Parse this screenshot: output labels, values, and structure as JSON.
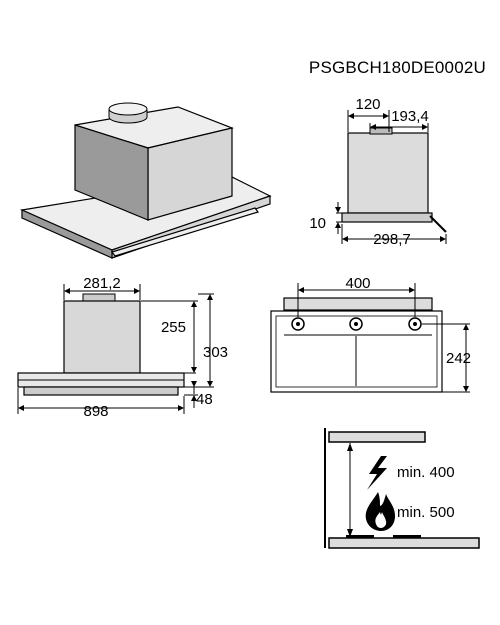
{
  "model_code": "PSGBCH180DE0002U",
  "side_view": {
    "top_offset": "120",
    "depth_top": "193,4",
    "front_lip": "10",
    "depth_bottom": "298,7"
  },
  "front_view": {
    "chimney_width": "281,2",
    "body_height": "255",
    "total_height": "303",
    "width": "898",
    "panel_height": "48"
  },
  "top_view": {
    "spacing": "400",
    "depth": "242"
  },
  "clearance": {
    "electric_label": "min. 400",
    "gas_label": "min. 500"
  },
  "colors": {
    "stroke": "#000000",
    "hood_fill": "#d6d6d6",
    "hood_dark": "#9a9a9a"
  }
}
